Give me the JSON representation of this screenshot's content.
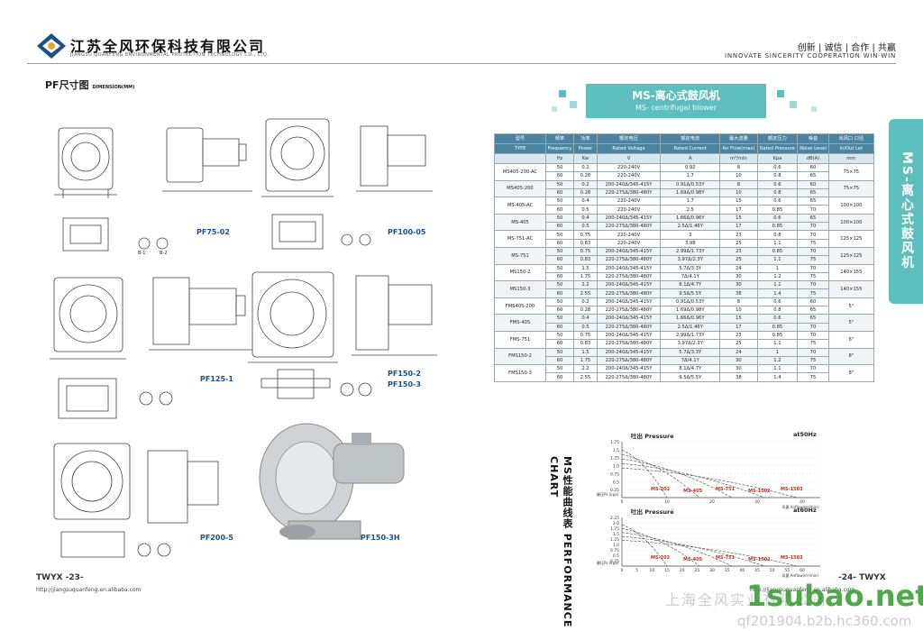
{
  "header": {
    "company_cn": "江苏全风环保科技有限公司",
    "company_en": "JIANGSU QUANFENG ENVIRONMENTAL PROTECTION TECHNOLOGY CO., LTD.",
    "slogan_cn": "创新 | 诚信 | 合作 | 共赢",
    "slogan_en": "INNOVATE SINCERITY COOPERATION WIN-WIN"
  },
  "dimension_section": {
    "title": "PF尺寸图",
    "title_suffix": "DIMENSION(MM)",
    "models": [
      "PF75-02",
      "PF100-05",
      "PF125-1",
      "PF150-2",
      "PF150-3",
      "PF200-5",
      "PF150-3H"
    ],
    "view_labels": [
      "B-1",
      "B-2"
    ]
  },
  "banner": {
    "title_cn": "MS-离心式鼓风机",
    "title_en": "MS- centrifugal blower",
    "side_tab": "MS-离心式鼓风机"
  },
  "spec_table": {
    "headers": [
      "型号",
      "频率",
      "功率",
      "额定电压",
      "额定电流",
      "最大流量",
      "额定压力",
      "噪音",
      "出风口 口径"
    ],
    "headers_en": [
      "TYPE",
      "Frequency",
      "Power",
      "Rated Voltage",
      "Rated Current",
      "Air Flow(max)",
      "Rated Pressure",
      "Noise Level",
      "In/Out Let"
    ],
    "units": [
      "",
      "Hz",
      "Kw",
      "V",
      "A",
      "m³/min",
      "Kpa",
      "dB(A)",
      "mm"
    ],
    "rows": [
      {
        "type": "MS405-200-AC",
        "outlet": "75×75",
        "sub": [
          [
            "50",
            "0.2",
            "220-240V",
            "0.92",
            "8",
            "0.6",
            "60"
          ],
          [
            "60",
            "0.28",
            "220-240V",
            "1.7",
            "10",
            "0.8",
            "65"
          ]
        ]
      },
      {
        "type": "MS405-200",
        "outlet": "75×75",
        "sub": [
          [
            "50",
            "0.2",
            "200-240Δ/345-415Y",
            "0.91Δ/0.53Y",
            "8",
            "0.6",
            "60"
          ],
          [
            "60",
            "0.28",
            "220-275Δ/380-480Y",
            "1.69Δ/0.98Y",
            "10",
            "0.8",
            "65"
          ]
        ]
      },
      {
        "type": "MS-405-AC",
        "outlet": "100×100",
        "sub": [
          [
            "50",
            "0.4",
            "220-240V",
            "1.7",
            "15",
            "0.6",
            "65"
          ],
          [
            "60",
            "0.5",
            "220-240V",
            "2.5",
            "17",
            "0.85",
            "70"
          ]
        ]
      },
      {
        "type": "MS-405",
        "outlet": "100×100",
        "sub": [
          [
            "50",
            "0.4",
            "200-240Δ/345-415Y",
            "1.66Δ/0.96Y",
            "15",
            "0.6",
            "65"
          ],
          [
            "60",
            "0.5",
            "220-275Δ/380-480Y",
            "2.5Δ/1.46Y",
            "17",
            "0.85",
            "70"
          ]
        ]
      },
      {
        "type": "MS-751-AC",
        "outlet": "125×125",
        "sub": [
          [
            "50",
            "0.75",
            "220-240V",
            "3",
            "23",
            "0.8",
            "70"
          ],
          [
            "60",
            "0.83",
            "220-240V",
            "3.98",
            "25",
            "1.1",
            "75"
          ]
        ]
      },
      {
        "type": "MS-751",
        "outlet": "125×125",
        "sub": [
          [
            "50",
            "0.75",
            "200-240Δ/345-415Y",
            "2.99Δ/1.73Y",
            "23",
            "0.85",
            "70"
          ],
          [
            "60",
            "0.83",
            "220-275Δ/380-480Y",
            "3.97Δ/2.3Y",
            "25",
            "1.1",
            "75"
          ]
        ]
      },
      {
        "type": "MS150-2",
        "outlet": "140×155",
        "sub": [
          [
            "50",
            "1.5",
            "200-240Δ/345-415Y",
            "5.7Δ/3.3Y",
            "24",
            "1",
            "70"
          ],
          [
            "60",
            "1.75",
            "220-275Δ/380-480Y",
            "7Δ/4.1Y",
            "30",
            "1.2",
            "75"
          ]
        ]
      },
      {
        "type": "MS150-3",
        "outlet": "140×155",
        "sub": [
          [
            "50",
            "2.2",
            "200-240Δ/345-415Y",
            "8.1Δ/4.7Y",
            "30",
            "1.1",
            "70"
          ],
          [
            "60",
            "2.55",
            "220-275Δ/380-480Y",
            "9.5Δ/5.5Y",
            "38",
            "1.4",
            "75"
          ]
        ]
      },
      {
        "type": "FMS405-200",
        "outlet": "5\"",
        "sub": [
          [
            "50",
            "0.2",
            "200-240Δ/345-415Y",
            "0.91Δ/0.53Y",
            "8",
            "0.6",
            "60"
          ],
          [
            "60",
            "0.28",
            "220-275Δ/380-480Y",
            "1.69Δ/0.98Y",
            "10",
            "0.8",
            "65"
          ]
        ]
      },
      {
        "type": "FMS-405",
        "outlet": "5\"",
        "sub": [
          [
            "50",
            "0.4",
            "200-240Δ/345-415Y",
            "1.66Δ/0.96Y",
            "15",
            "0.6",
            "65"
          ],
          [
            "60",
            "0.5",
            "220-275Δ/380-480Y",
            "2.5Δ/1.46Y",
            "17",
            "0.85",
            "70"
          ]
        ]
      },
      {
        "type": "FMS-751",
        "outlet": "6\"",
        "sub": [
          [
            "50",
            "0.75",
            "200-240Δ/345-415Y",
            "2.99Δ/1.73Y",
            "23",
            "0.85",
            "70"
          ],
          [
            "60",
            "0.83",
            "220-275Δ/380-480Y",
            "3.97Δ/2.3Y",
            "25",
            "1.1",
            "75"
          ]
        ]
      },
      {
        "type": "FMS150-2",
        "outlet": "8\"",
        "sub": [
          [
            "50",
            "1.5",
            "200-240Δ/345-415Y",
            "5.7Δ/3.3Y",
            "24",
            "1",
            "70"
          ],
          [
            "60",
            "1.75",
            "220-275Δ/380-480Y",
            "7Δ/4.1Y",
            "30",
            "1.2",
            "75"
          ]
        ]
      },
      {
        "type": "FMS150-3",
        "outlet": "8\"",
        "sub": [
          [
            "50",
            "2.2",
            "200-240Δ/345-415Y",
            "8.1Δ/4.7Y",
            "30",
            "1.1",
            "70"
          ],
          [
            "60",
            "2.55",
            "220-275Δ/380-480Y",
            "9.5Δ/5.5Y",
            "38",
            "1.4",
            "75"
          ]
        ]
      }
    ]
  },
  "performance": {
    "title_cn": "MS性能曲线表",
    "title_en": "PERFORMANCE CHART",
    "charts": [
      {
        "pressure_label": "吐出 Pressure",
        "freq": "at50Hz",
        "xlabel": "风量 Airflow(m³/min)",
        "ylabel": "静压Ps (kpa)",
        "yticks": [
          "1.75",
          "1.5",
          "1.25",
          "1.0",
          "0.75",
          "0.5",
          "0.25"
        ],
        "xticks": [
          "0",
          "10",
          "20",
          "30",
          "40"
        ],
        "series": [
          "MS-202",
          "MS-405",
          "MS-751",
          "MS-1502",
          "MS-1503"
        ]
      },
      {
        "pressure_label": "吐出 Pressure",
        "freq": "at60Hz",
        "xlabel": "风量 Airflow(m³/min)",
        "ylabel": "静压Ps (kpa)",
        "yticks": [
          "2.25",
          "2.0",
          "1.75",
          "1.5",
          "1.25",
          "1.0",
          "0.75",
          "0.5",
          "0.25"
        ],
        "xticks": [
          "0",
          "5",
          "10",
          "15",
          "20",
          "25",
          "30",
          "35",
          "40",
          "45",
          "50",
          "55",
          "60"
        ],
        "series": [
          "MS-202",
          "MS-405",
          "MS-751",
          "MS-1502",
          "MS-1503"
        ]
      }
    ]
  },
  "footer": {
    "left_brand": "TWYX  -23-",
    "left_url": "http://jiangsuquanfeng.en.alibaba.com",
    "right_brand": "-24-  TWYX",
    "right_url": "http://jiangsuquanfeng.en.alibaba.com"
  },
  "watermark": {
    "brand": "1subao.net",
    "text_cn": "上海全风实业有限公司",
    "url": "qf201904.b2b.hc360.com"
  },
  "colors": {
    "accent": "#5cbfbe",
    "table_header": "#4b84a2",
    "label_blue": "#1a4f8a",
    "curve_red": "#c0302a"
  }
}
